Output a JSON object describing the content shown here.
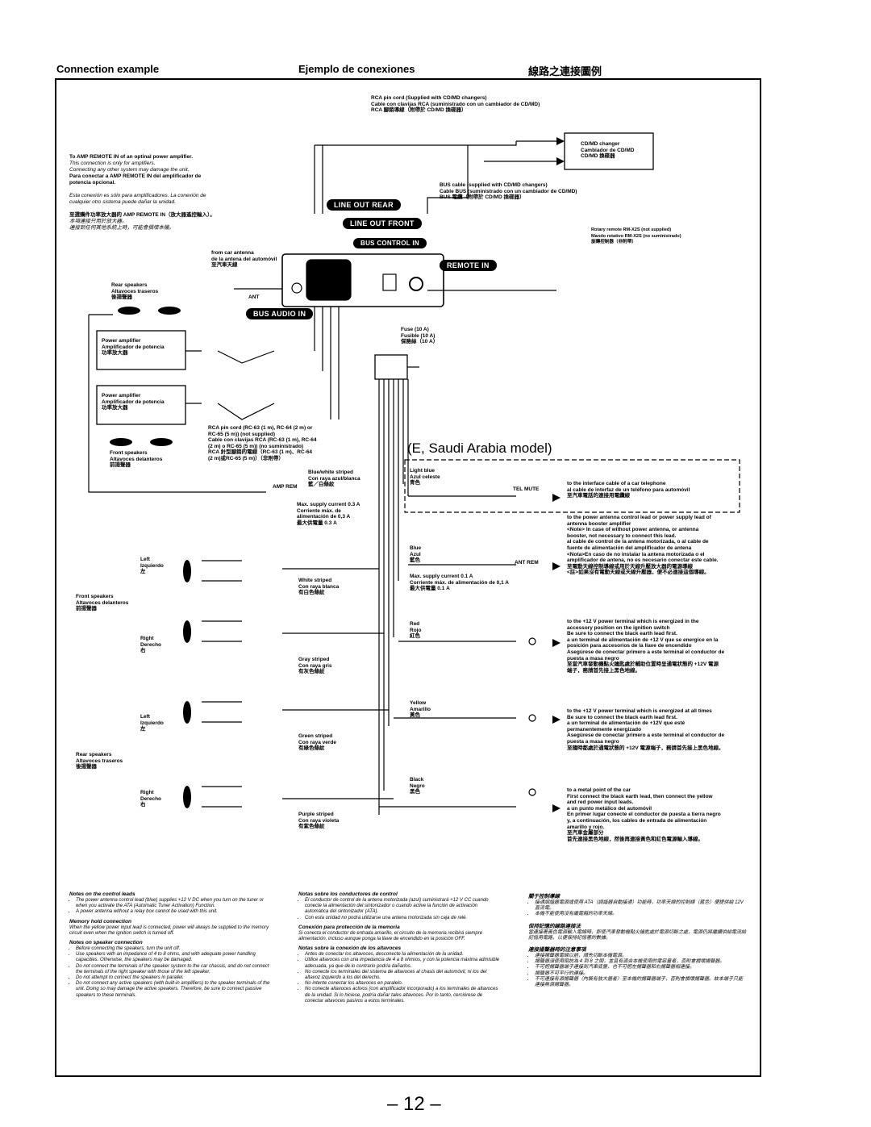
{
  "headers": {
    "en": "Connection example",
    "es": "Ejemplo de conexiones",
    "zh": "線路之連接圖例"
  },
  "labels": {
    "rca_top": "RCA pin cord (Supplied with CD/MD changers)\nCable con clavijas RCA (suministrado con un cambiador de CD/MD)\nRCA 腳銷導線（附帶於 CD/MD 換碟器）",
    "changer": "CD/MD changer\nCambiador de CD/MD\nCD/MD 換碟器",
    "bus_cable": "BUS cable (supplied with CD/MD changers)\nCable BUS (suministrado con un cambiador de CD/MD)\nBUS 電纜（附帶於 CD/MD 換碟器）",
    "amp_remote": "To AMP REMOTE IN of an optinal power amplifier.",
    "amp_remote_i": "This connection is only for amplifiers.\nConnecting any other system may damage the unit.",
    "amp_remote_es": "Para conectar a AMP REMOTE IN del amplificador de potencia opcional.",
    "amp_remote_es_i": "Esta conexión es sólo para amplificadores. La conexión de cualquier otro sistema puede dañar la unidad.",
    "amp_remote_zh": "至選購件功率放大器的 AMP REMOTE IN（放大器遙控輸入）。",
    "amp_remote_zh_i": "本項連接只用於放大器。\n連接到任何其他系統上時，可能會損壞本機。",
    "rotary": "Rotary remote RM-X2S (not supplied)\nMando rotativo RM-X2S (no suministrado)\n旋轉控制器（非附帶）",
    "antenna": "from car antenna\nde la antena del automóvil\n至汽車天線",
    "ant": "ANT",
    "rear_speakers_top": "Rear speakers\nAltavoces traseros\n後揚聲器",
    "power_amp_1": "Power amplifier\nAmplificador de potencia\n功率放大器",
    "power_amp_2": "Power amplifier\nAmplificador de potencia\n功率放大器",
    "front_speakers_top": "Front speakers\nAltavoces delanteros\n前揚聲器",
    "fuse": "Fuse (10 A)\nFusible (10 A)\n保險絲（10 A）",
    "rca_bottom": "RCA pin cord (RC-63 (1 m), RC-64 (2 m) or\nRC-65 (5 m)) (not supplied)\nCable con clavijas RCA (RC-63 (1 m), RC-64\n(2 m) o RC-65 (5 m)) (no suministrado)\nRCA 針型腳銷的電線（RC-63 (1 m)、RC-64\n(2 m)或RC-65 (5 m)）（非附帶）",
    "blue_white": "Blue/white striped\nCon raya azul/blanca\n藍／白條紋",
    "amp_rem": "AMP REM",
    "max_03": "Max. supply current 0.3 A\nCorriente máx. de\nalimentación de 0,3 A\n最大供電量 0.3 A",
    "saudi": "(E, Saudi Arabia model)",
    "light_blue": "Light blue\nAzul celeste\n青色",
    "tel_mute": "TEL MUTE",
    "tel_desc": "to the interface cable of a car telephone\nal cable de interfaz de un teléfono para automóvil\n至汽車電話的連接用電纜線",
    "blue": "Blue\nAzul\n藍色",
    "ant_rem": "ANT REM",
    "max_01": "Max. supply current 0.1 A\nCorriente máx. de alimentación de 0,1 A\n最大供電量 0.1 A",
    "blue_desc": "to the power antenna control lead or power supply lead of\nantenna booster amplifier\n<Note> In case of without power antenna, or antenna\nbooster, not necessary to connect this lead.\nal cable de control de la antena motorizada, o al cable de\nfuente de alimentación del amplificador de antena\n<Nota>En caso de no instalar la antena motorizada o el\namplificador de antena, no es necesario conectar este cable.\n至電動天線控制導線或用於天線升壓放大器的電源導線\n<註>如果沒有電動天線或天線升壓器，便不必連接這個導線。",
    "red": "Red\nRojo\n紅色",
    "red_desc": "to the +12 V power terminal which is energized in the\naccessory position on the ignition switch\nBe sure to connect the black earth lead first.\na un terminal de alimentación de +12 V que se energice en la\nposición para accesorios de la llave de encendido\nAsegúrese de conectar primero a este terminal el conductor de\npuesta a masa negro\n至當汽車發動機點火鑰匙處於輔助位置時呈通電狀態的 +12V 電源\n端子，務請首先接上黑色地線。",
    "yellow": "Yellow\nAmarillo\n黃色",
    "yellow_desc": "to the +12 V power terminal which is energized at all times\nBe sure to connect the black earth lead first.\na un terminal de alimentación de +12V que esté\npermanentemente energizado\nAsegúrese de conectar primero a este terminal el conductor de\npuesta a masa negro\n至隨時都處於通電狀態的 +12V 電源端子，務請首先接上黑色地線。",
    "black": "Black\nNegro\n黑色",
    "black_desc": "to a metal point of the car\nFirst connect the black earth lead, then connect the yellow\nand red power input leads.\na un punto metálico del automóvil\nEn primer lugar conecte el conductor de puesta a tierra negro\ny, a continuación, los cables de entrada de alimentación\namarillo y rojo.\n至汽車金屬部分\n首先連接黑色地線，然後再連接黃色和紅色電源輸入導線。",
    "left_1": "Left\nIzquierdo\n左",
    "right_1": "Right\nDerecho\n右",
    "left_2": "Left\nIzquierdo\n左",
    "right_2": "Right\nDerecho\n右",
    "front_speakers": "Front speakers\nAltavoces delanteros\n前揚聲器",
    "rear_speakers": "Rear speakers\nAltavoces traseros\n後揚聲器",
    "white": "White striped\nCon raya blanca\n有白色條紋",
    "gray": "Gray striped\nCon raya gris\n有灰色條紋",
    "green": "Green striped\nCon raya verde\n有綠色條紋",
    "purple": "Purple striped\nCon raya violeta\n有紫色條紋"
  },
  "pills": {
    "line_out_rear": "LINE OUT REAR",
    "line_out_front": "LINE OUT FRONT",
    "bus_control_in": "BUS CONTROL IN",
    "remote_in": "REMOTE IN",
    "bus_audio_in": "BUS AUDIO IN"
  },
  "notes_en": {
    "h1": "Notes on the control leads",
    "l1": [
      "The power antenna control lead (blue) supplies +12 V DC when you turn on the tuner or when you activate the ATA (Automatic Tuner Activation) Function.",
      "A power antenna without a relay box cannot be used with this unit."
    ],
    "h2": "Memory hold connection",
    "p2": "When the yellow power input lead is connected, power will always be supplied to the memory circuit even when the ignition switch is turned off.",
    "h3": "Notes on speaker connection",
    "l3": [
      "Before connecting the speakers, turn the unit off.",
      "Use speakers with an impedance of 4 to 8 ohms, and with adequate power handling capacities. Otherwise, the speakers may be damaged.",
      "Do not connect the terminals of the speaker system to the car chassis, and do not connect the terminals of the right speaker with those of the left speaker.",
      "Do not attempt to connect the speakers in parallel.",
      "Do not connect any active speakers (with built-in amplifiers) to the speaker terminals of the unit. Doing so may damage the active speakers. Therefore, be sure to connect passive speakers to these terminals."
    ]
  },
  "notes_es": {
    "h1": "Notas sobre los conductores de control",
    "l1": [
      "El conductor de control de la antena motorizada (azul) suministrará +12 V CC cuando conecte la alimentación del sintonizador o cuando active la función de activación automática del sintonizador (ATA).",
      "Con esta unidad no podrá utilizarse una antena motorizada sin caja de relé."
    ],
    "h2": "Conexión para protección de la memoria",
    "p2": "Si conecta el conductor de entrada amarillo, el circuito de la memoria recibirá siempre alimentación, incluso aunque ponga la llave de encendido en la posición OFF.",
    "h3": "Notas sobre la conexión de los altavoces",
    "l3": [
      "Antes de conectar los altavoces, desconecte la alimentación de la unidad.",
      "Utilice altavoces con una impedancia de 4 a 8 ohmios, y con la potencia máxima admisible adecuada, ya que de lo contrario podría dañarlos.",
      "No conecte los terminales del sistema de altavoces al chasis del automóvil, ni los del altavoz izquierdo a los del derecho.",
      "No intente conectar los altavoces en paralelo.",
      "No conecte altavoces activos (con amplificador incorporado) a los terminales de altavoces de la unidad. Si lo hiciese, podría dañar tales altavoces. Por lo tanto, cerciórese de conectar altavoces pasivos a estos terminales."
    ]
  },
  "notes_zh": {
    "h1": "關于控制導線",
    "l1": [
      "接通調諧器電源或使用 ATA（調諧器自動接通）功能時，功率天線的控制線（藍色）便提供給 12V 直流電。",
      "本機不能使用沒有繼電箱的功率天線。"
    ],
    "h2": "保持記憶的線路連接法",
    "p2": "當連接著黃色電源輸入電線時，即使汽車發動機點火鑰匙處於電源切斷之處，電源仍將繼續供給電流給記憶用電路，以便保持記憶著的數據。",
    "h3": "連接揚聲器時的注意事項",
    "l3": [
      "連接揚聲器電線以前，請先切斷本機電源。",
      "揚聲器須使用阻抗為 4 到 8 之間，並且有適合本機使用的電容量者，否則會損壞揚聲器。",
      "不可把揚聲器端子連接到汽車底盤，也不可把左揚聲器和右揚聲器相連接。",
      "揚聲器不可平行的連接。",
      "不可連接有源揚聲器（內裝有放大器者）至本機的揚聲器端子，否則會損壞揚聲器。故本端子只能連接無源揚聲器。"
    ]
  },
  "page_number": "– 12 –"
}
